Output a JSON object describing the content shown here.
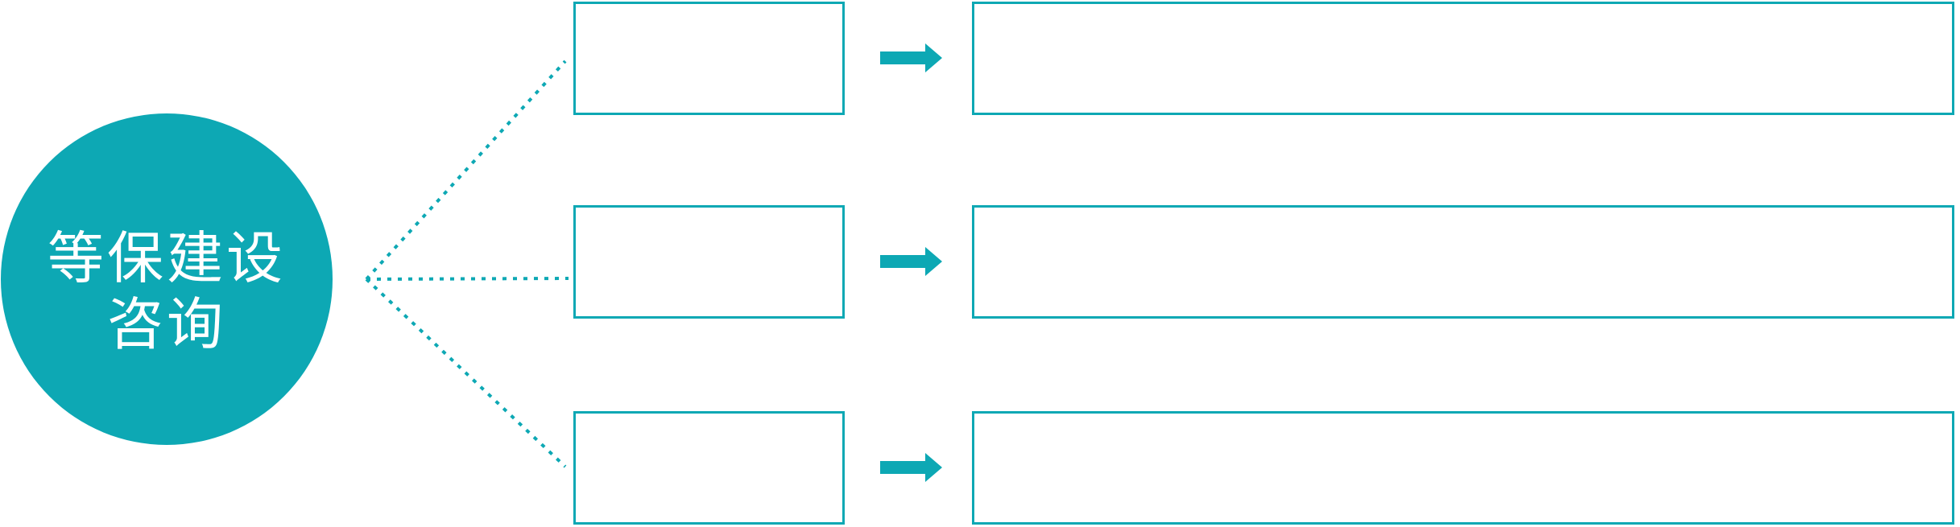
{
  "diagram": {
    "accent_color": "#0da8b4",
    "background_color": "#ffffff",
    "circle": {
      "label_line1": "等保建设",
      "label_line2": "咨询",
      "text_color": "#ffffff"
    },
    "connectors": {
      "style": "dotted",
      "count": 3,
      "arrow_icon": "arrow-right-icon"
    },
    "rows": [
      {
        "small_box_text": "",
        "large_box_text": ""
      },
      {
        "small_box_text": "",
        "large_box_text": ""
      },
      {
        "small_box_text": "",
        "large_box_text": ""
      }
    ]
  }
}
